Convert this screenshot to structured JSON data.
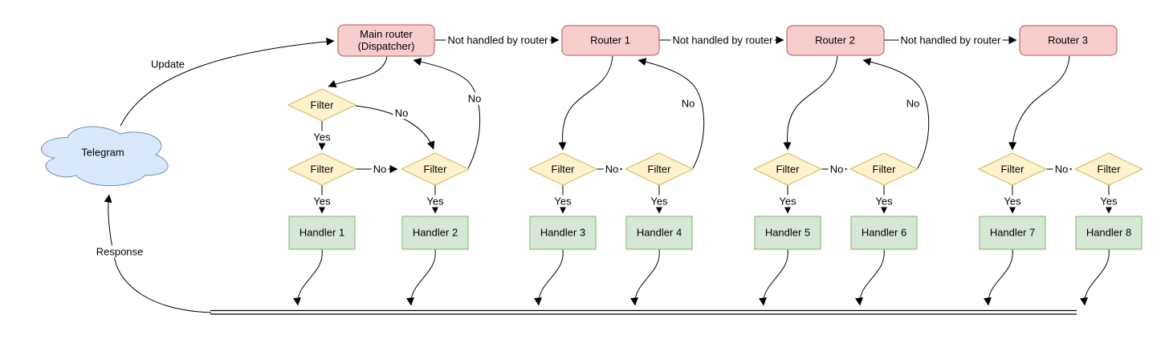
{
  "cloud_label": "Telegram",
  "labels": {
    "update": "Update",
    "response": "Response",
    "not_handled": "Not handled by router",
    "yes": "Yes",
    "no": "No",
    "filter": "Filter"
  },
  "routers": {
    "main": {
      "line1": "Main router",
      "line2": "(Dispatcher)"
    },
    "others": [
      "Router 1",
      "Router 2",
      "Router 3"
    ]
  },
  "handlers": [
    "Handler 1",
    "Handler 2",
    "Handler 3",
    "Handler 4",
    "Handler 5",
    "Handler 6",
    "Handler 7",
    "Handler 8"
  ],
  "colors": {
    "router_fill": "#f8cecc",
    "router_stroke": "#b85450",
    "filter_fill": "#fff2cc",
    "filter_stroke": "#d6b656",
    "handler_fill": "#d5e8d4",
    "handler_stroke": "#82b366",
    "cloud_fill": "#dae8fc",
    "cloud_stroke": "#6c8ebf",
    "edge": "#000000"
  }
}
